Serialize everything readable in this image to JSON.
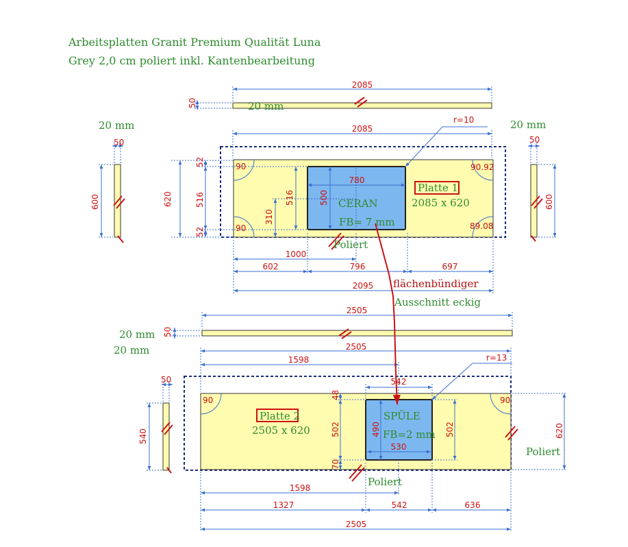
{
  "title": {
    "line1": "Arbeitsplatten Granit Premium Qualität Luna",
    "line2": "Grey 2,0 cm poliert inkl. Kantenbearbeitung"
  },
  "colors": {
    "slab": "#fffcb0",
    "cutout": "#7db7ef",
    "dim": "#cc1111",
    "line": "#3a6fd0",
    "text": "#2e8b2e"
  },
  "plate1": {
    "name": "Platte 1",
    "size": "2085 x 620",
    "cutout_name": "CERAN",
    "cutout_fb": "FB= 7 mm",
    "radius": "r=10",
    "thickness_label": "20 mm",
    "side_thickness_left": "20 mm",
    "side_thickness_right": "20 mm",
    "polish_label": "Poliert",
    "dims": {
      "top_width": "2085",
      "edge_height": "50",
      "width": "2085",
      "side_left_w": "50",
      "side_left_h": "600",
      "side_right_w": "50",
      "side_right_h": "600",
      "depth": "620",
      "top_gap": "52",
      "inner": "516",
      "bottom_gap": "52",
      "cut_w": "780",
      "cut_h": "500",
      "cut_depth": "516",
      "offset": "310",
      "corner_tl": "90",
      "corner_bl": "90",
      "corner_tr": "90.92",
      "corner_br": "89.08",
      "to_center": "1000",
      "left": "602",
      "cut_span": "796",
      "right": "697",
      "total": "2095"
    }
  },
  "note": {
    "line1": "flächenbündiger",
    "line2": "Ausschnitt eckig"
  },
  "plate2": {
    "name": "Platte 2",
    "size": "2505 x 620",
    "cutout_name": "SPÜLE",
    "cutout_fb": "FB=2 mm",
    "radius": "r=13",
    "thickness_label": "20 mm",
    "thickness_label2": "20 mm",
    "polish_label_bottom": "Poliert",
    "polish_label_right": "Poliert",
    "dims": {
      "top_width": "2505",
      "edge_height": "50",
      "width": "2505",
      "to_center": "1598",
      "side_w": "50",
      "side_h": "540",
      "cut_w_top": "542",
      "top_gap": "48",
      "cut_h": "502",
      "cut_h_right": "502",
      "bottom_gap": "70",
      "cut_inner": "490",
      "cut_inner_w": "530",
      "depth": "620",
      "corner_l": "90",
      "corner_r": "90",
      "to_center_b": "1598",
      "left": "1327",
      "cut_span": "542",
      "right": "636",
      "total": "2505"
    }
  }
}
